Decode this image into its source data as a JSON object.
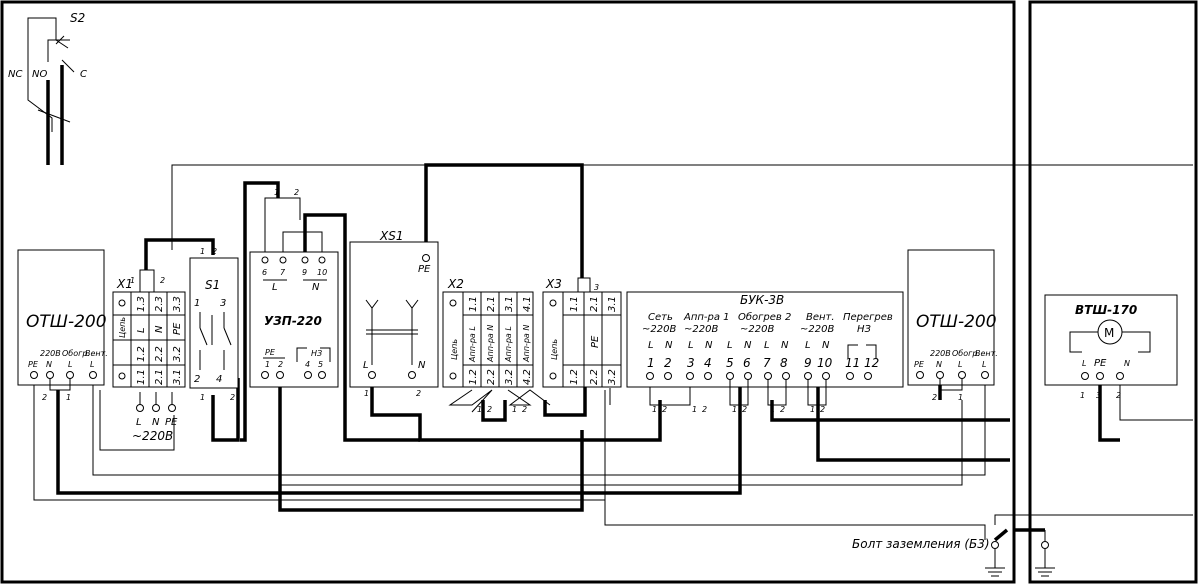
{
  "switch_s2": {
    "name": "S2",
    "nc": "NC",
    "no": "NO",
    "c": "C"
  },
  "otsh_left": {
    "title": "ОТШ-200",
    "t_pe": "PE",
    "t_220": "220В",
    "t_n": "N",
    "t_heat": "Обогр.",
    "t_l1": "L",
    "t_fan": "Вент.",
    "t_l2": "L",
    "w1": "2",
    "w2": "1"
  },
  "x1": {
    "name": "X1",
    "top_nums": [
      "1",
      "2"
    ],
    "cells": [
      [
        "Цепь",
        "L",
        "N",
        "PE"
      ],
      [
        "1.3",
        "2.3",
        "3.3"
      ],
      [
        "1.2",
        "2.2",
        "3.2"
      ],
      [
        "1.1",
        "2.1",
        "3.1"
      ]
    ],
    "bottom": [
      "L",
      "N",
      "PE"
    ],
    "supply": "~220В"
  },
  "s1": {
    "name": "S1",
    "p1": "1",
    "p2": "2",
    "p3": "3",
    "p4": "4",
    "top": [
      "1",
      "2"
    ],
    "bot": [
      "1",
      "2"
    ]
  },
  "uzp": {
    "title": "УЗП-220",
    "top_pins": [
      "6",
      "7",
      "9",
      "10"
    ],
    "l": "L",
    "n": "N",
    "pe": "PE",
    "p1": "1",
    "p2": "2",
    "nz": "НЗ",
    "p4": "4",
    "p5": "5",
    "top_nums": [
      "1",
      "2"
    ]
  },
  "xs1": {
    "name": "XS1",
    "pe": "PE",
    "l": "L",
    "n": "N",
    "w1": "1",
    "w2": "2"
  },
  "x2": {
    "name": "X2",
    "row_top": [
      "1.1",
      "2.1",
      "3.1",
      "4.1"
    ],
    "labels": [
      "Цепь",
      "Апп-ра L",
      "Апп-ра N",
      "Апп-ра L",
      "Апп-ра N"
    ],
    "row_bot": [
      "1.2",
      "2.2",
      "3.2",
      "4.2"
    ],
    "w": [
      "1",
      "2",
      "1",
      "2"
    ]
  },
  "x3": {
    "name": "X3",
    "pin3": "3",
    "cells": [
      "1.1",
      "2.1",
      "3.1"
    ],
    "label": "Цепь",
    "pe": "PE",
    "cells_bot": [
      "1.2",
      "2.2",
      "3.2"
    ]
  },
  "buk": {
    "title": "БУК-3В",
    "groups": [
      {
        "l1": "Сеть",
        "l2": "~220В"
      },
      {
        "l1": "Апп-ра 1",
        "l2": "~220В"
      },
      {
        "l1": "Обогрев 2",
        "l2": "~220В"
      },
      {
        "l1": "Вент.",
        "l2": "~220В"
      },
      {
        "l1": "Перегрев",
        "l2": "НЗ"
      }
    ],
    "ln": [
      "L",
      "N",
      "L",
      "N",
      "L",
      "N",
      "L",
      "N",
      "L",
      "N"
    ],
    "pins": [
      "1",
      "2",
      "3",
      "4",
      "5",
      "6",
      "7",
      "8",
      "9",
      "10",
      "11",
      "12"
    ],
    "w": [
      "1",
      "2",
      "1",
      "2",
      "1",
      "2",
      "1",
      "2",
      "1",
      "2"
    ]
  },
  "otsh_right": {
    "title": "ОТШ-200",
    "t_pe": "PE",
    "t_220": "220В",
    "t_n": "N",
    "t_heat": "Обогр.",
    "t_l1": "L",
    "t_fan": "Вент.",
    "t_l2": "L",
    "w1": "2",
    "w2": "1"
  },
  "vtsh": {
    "title": "ВТШ-170",
    "motor": "M",
    "l": "L",
    "pe": "PE",
    "n": "N",
    "w": [
      "1",
      "3",
      "2"
    ]
  },
  "ground": {
    "label": "Болт заземления (Б3)"
  }
}
